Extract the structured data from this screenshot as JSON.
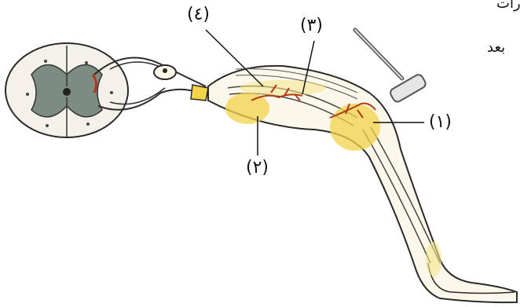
{
  "labels": {
    "l1": "(١)",
    "l2": "(٢)",
    "l3": "(٣)",
    "l4": "(٤)"
  },
  "side_text": {
    "line1": "رات",
    "line2": "بعد"
  },
  "colors": {
    "outline": "#2a2a2a",
    "fat_yellow": "#f2d34a",
    "nerve_red": "#b23a1a",
    "grey_matter": "#7a8a80",
    "leg_fill": "#fbf7ea"
  }
}
